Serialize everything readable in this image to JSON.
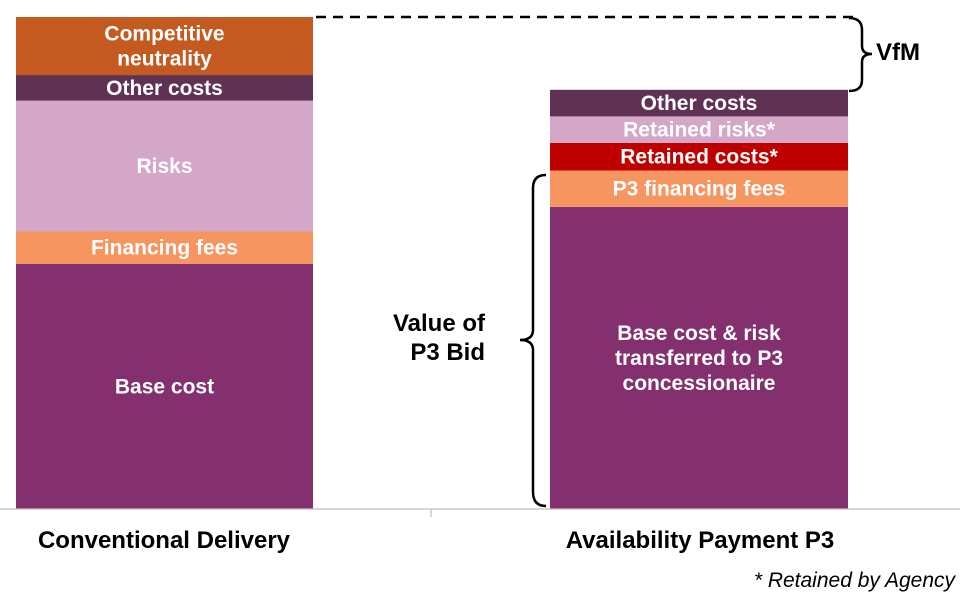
{
  "chart_data": {
    "type": "bar",
    "stacked": true,
    "categories": [
      "Conventional Delivery",
      "Availability Payment P3"
    ],
    "ylim": [
      0,
      100
    ],
    "grid": false,
    "legend": "none",
    "bars": [
      {
        "category": "Conventional Delivery",
        "segments": [
          {
            "label": "Base cost",
            "value": 49.8,
            "color": "#84306E"
          },
          {
            "label": "Financing fees",
            "value": 6.6,
            "color": "#F79560"
          },
          {
            "label": "Risks",
            "value": 26.6,
            "color": "#D4A6C8"
          },
          {
            "label": "Other costs",
            "value": 5.2,
            "color": "#5F3153"
          },
          {
            "label": "Competitive\nneutrality",
            "value": 11.8,
            "color": "#C55A20"
          }
        ]
      },
      {
        "category": "Availability Payment P3",
        "segments": [
          {
            "label": "Base cost & risk\ntransferred to P3\nconcessionaire",
            "value": 61.4,
            "color": "#84306E"
          },
          {
            "label": "P3 financing fees",
            "value": 7.4,
            "color": "#F79560"
          },
          {
            "label": "Retained costs*",
            "value": 5.6,
            "color": "#C00000"
          },
          {
            "label": "Retained risks*",
            "value": 5.4,
            "color": "#D4A6C8"
          },
          {
            "label": "Other costs",
            "value": 5.4,
            "color": "#5F3153"
          }
        ]
      }
    ],
    "annotations": {
      "vfm": "VfM",
      "p3_bid_line1": "Value of",
      "p3_bid_line2": "P3 Bid",
      "footnote": "* Retained by Agency"
    }
  }
}
